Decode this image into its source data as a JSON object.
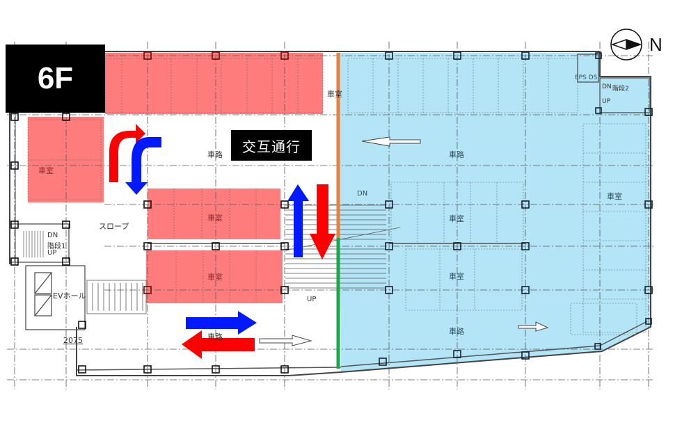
{
  "floor": {
    "label": "6F"
  },
  "notice": {
    "alternate_traffic": "交互通行"
  },
  "compass": {
    "north_label": "N"
  },
  "colors": {
    "red_zone": "#ff7c7c",
    "blue_zone": "#b3e5f7",
    "arrow_red": "#ff0000",
    "arrow_blue": "#0019ff",
    "divider_orange": "#e8813a",
    "divider_green": "#1aa64a",
    "line": "#333333"
  },
  "rooms": {
    "left_parking": "車室",
    "top_parking": "車室",
    "mid_parking_upper": "車室",
    "mid_parking_lower": "車室",
    "right_parking_upper": "車室",
    "right_parking_lower": "車室",
    "far_right_parking": "車室"
  },
  "roads": {
    "upper_left": "車路",
    "lower_left": "車路",
    "upper_right": "車路",
    "lower_right": "車路"
  },
  "facilities": {
    "slope": "スロープ",
    "ev_hall": "EVホール",
    "stair1": {
      "dn": "DN",
      "name": "階段1",
      "up": "UP"
    },
    "stair2": {
      "dn": "DN",
      "name": "階段2",
      "up": "UP"
    },
    "eps_ds": "EPS DS",
    "ramp_dn": "DN",
    "ramp_up": "UP"
  },
  "dimensions": {
    "left_gap": "2075"
  }
}
